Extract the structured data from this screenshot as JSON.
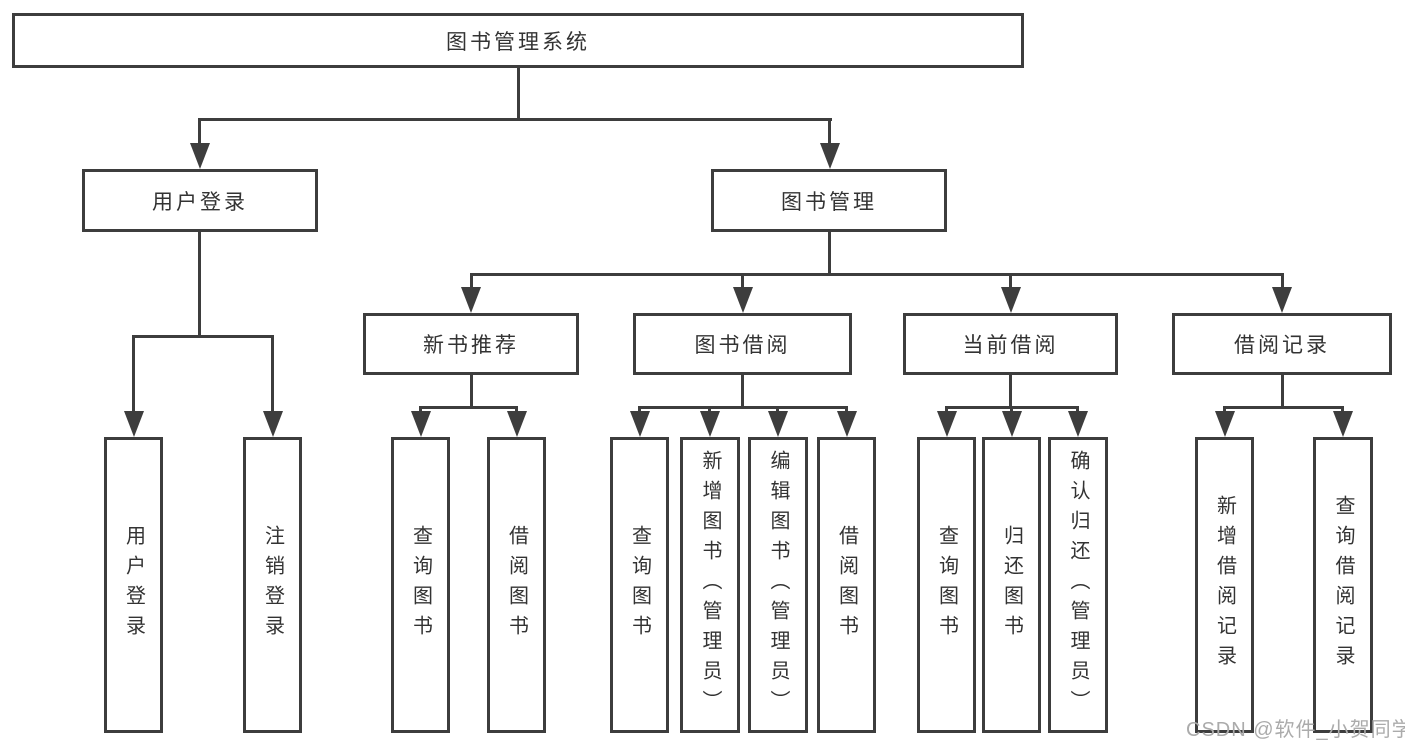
{
  "tree": {
    "root": "图书管理系统",
    "branches": [
      {
        "label": "用户登录",
        "children": [
          "用户登录",
          "注销登录"
        ]
      },
      {
        "label": "图书管理",
        "groups": [
          {
            "label": "新书推荐",
            "children": [
              "查询图书",
              "借阅图书"
            ]
          },
          {
            "label": "图书借阅",
            "children": [
              "查询图书",
              "新增图书（管理员）",
              "编辑图书（管理员）",
              "借阅图书"
            ]
          },
          {
            "label": "当前借阅",
            "children": [
              "查询图书",
              "归还图书",
              "确认归还（管理员）"
            ]
          },
          {
            "label": "借阅记录",
            "children": [
              "新增借阅记录",
              "查询借阅记录"
            ]
          }
        ]
      }
    ]
  },
  "watermark": {
    "text": "CSDN @软件_小贺同学"
  },
  "colors": {
    "line": "#3d3d3d",
    "text": "#333333",
    "background": "#ffffff",
    "watermark": "#ababab"
  }
}
